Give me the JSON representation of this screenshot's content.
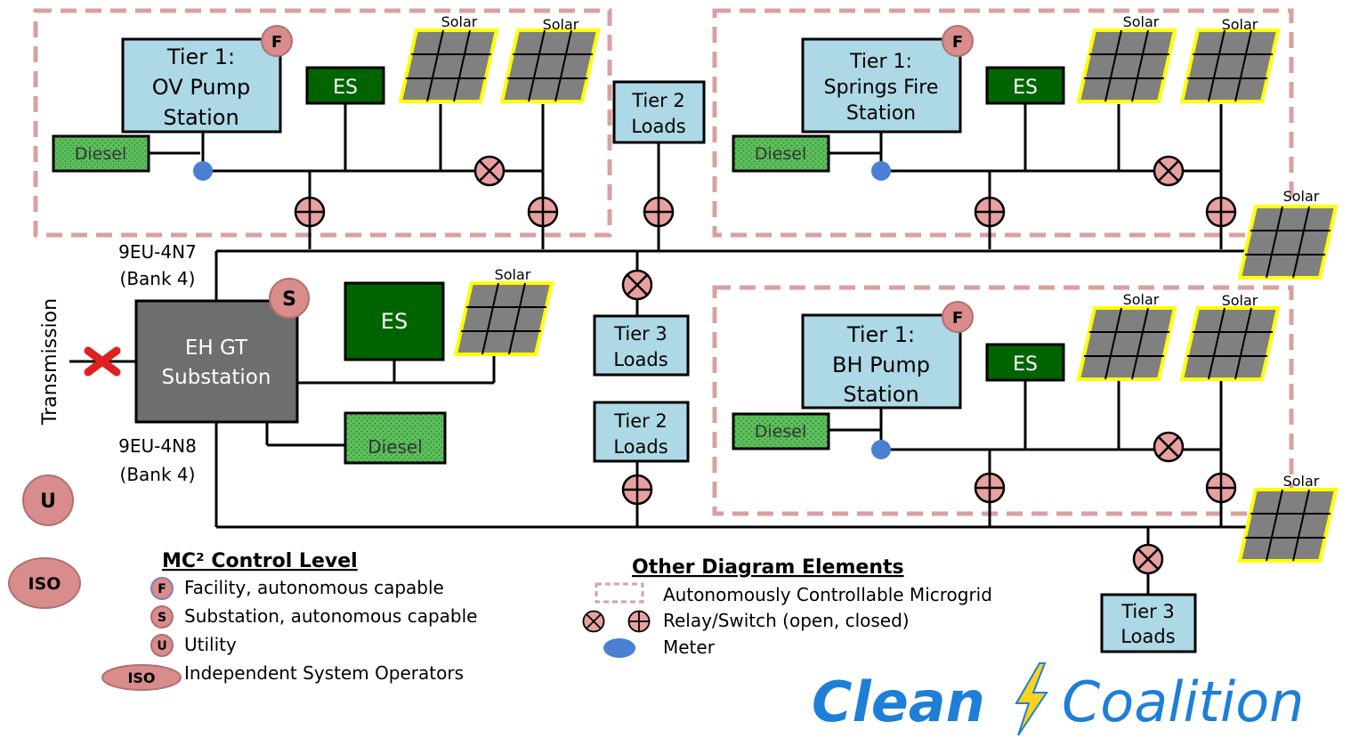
{
  "microgrids": {
    "ov": {
      "name_l1": "Tier 1:",
      "name_l2": "OV Pump",
      "name_l3": "Station",
      "badge": "F",
      "es": "ES",
      "diesel": "Diesel",
      "solar1": "Solar",
      "solar2": "Solar"
    },
    "springs": {
      "name_l1": "Tier 1:",
      "name_l2": "Springs Fire",
      "name_l3": "Station",
      "badge": "F",
      "es": "ES",
      "diesel": "Diesel",
      "solar1": "Solar",
      "solar2": "Solar"
    },
    "bh": {
      "name_l1": "Tier 1:",
      "name_l2": "BH Pump",
      "name_l3": "Station",
      "badge": "F",
      "es": "ES",
      "diesel": "Diesel",
      "solar1": "Solar",
      "solar2": "Solar"
    }
  },
  "substation": {
    "name_l1": "EH GT",
    "name_l2": "Substation",
    "badge": "S",
    "es": "ES",
    "diesel": "Diesel",
    "solar": "Solar"
  },
  "feeders": {
    "top_l1": "9EU-4N7",
    "top_l2": "(Bank 4)",
    "bottom_l1": "9EU-4N8",
    "bottom_l2": "(Bank 4)"
  },
  "transmission": "Transmission",
  "loads": {
    "tier2_top_l1": "Tier 2",
    "tier2_top_l2": "Loads",
    "tier3_mid_l1": "Tier 3",
    "tier3_mid_l2": "Loads",
    "tier2_bot_l1": "Tier 2",
    "tier2_bot_l2": "Loads",
    "tier3_right_l1": "Tier 3",
    "tier3_right_l2": "Loads"
  },
  "feeder_solar_1": "Solar",
  "feeder_solar_2": "Solar",
  "side_badges": {
    "utility": "U",
    "iso": "ISO"
  },
  "legend_control": {
    "title": "MC² Control Level",
    "items": [
      {
        "badge": "F",
        "text": "Facility, autonomous capable"
      },
      {
        "badge": "S",
        "text": "Substation, autonomous capable"
      },
      {
        "badge": "U",
        "text": "Utility"
      },
      {
        "badge": "ISO",
        "text": "Independent System Operators"
      }
    ]
  },
  "legend_elements": {
    "title": "Other Diagram Elements",
    "microgrid": "Autonomously Controllable Microgrid",
    "relay": "Relay/Switch (open, closed)",
    "meter": "Meter"
  },
  "logo": {
    "part1": "Clean",
    "part2": "Coalition"
  },
  "colors": {
    "facility_box": "#add8e6",
    "es_green": "#006400",
    "diesel_green": "#66bb66",
    "solar_border": "#ffff00",
    "solar_fill": "#808080",
    "badge_fill": "#d98c8c",
    "substation_gray": "#6e6e6e",
    "microgrid_dash": "#d9a0a0",
    "meter_blue": "#4a7fd4",
    "logo_blue": "#1e7fd8"
  }
}
